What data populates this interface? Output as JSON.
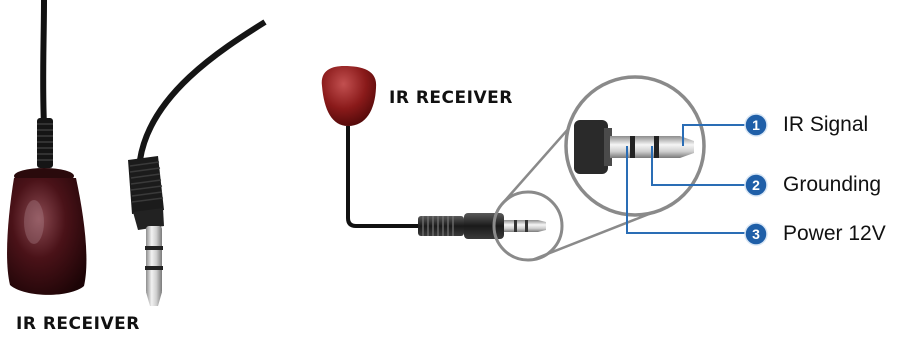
{
  "photo_caption": "IR  RECEIVER",
  "diagram_caption": "IR  RECEIVER",
  "pins": [
    {
      "number": "1",
      "label": "IR Signal"
    },
    {
      "number": "2",
      "label": "Grounding"
    },
    {
      "number": "3",
      "label": "Power 12V"
    }
  ],
  "colors": {
    "callout_line": "#2a6db5",
    "badge": "#1f5fa8",
    "receiver_head": "#7a1414",
    "cable": "#111111"
  }
}
